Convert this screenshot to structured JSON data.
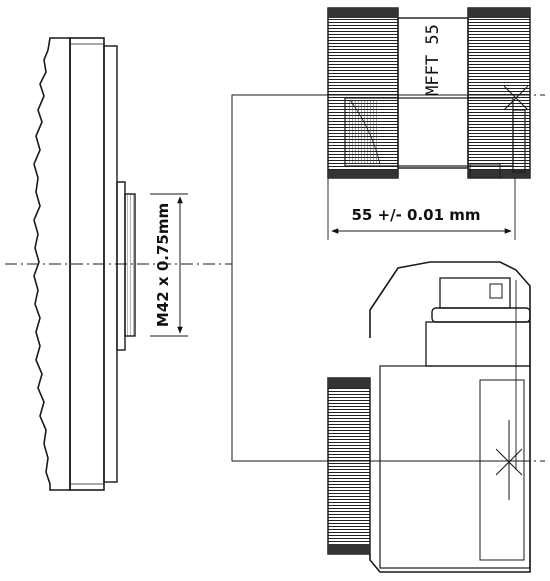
{
  "labels": {
    "thread_dimension": "M42 x 0.75mm",
    "flange_dimension": "55 +/- 0.01 mm",
    "adapter_marking": "MFFT 55"
  }
}
